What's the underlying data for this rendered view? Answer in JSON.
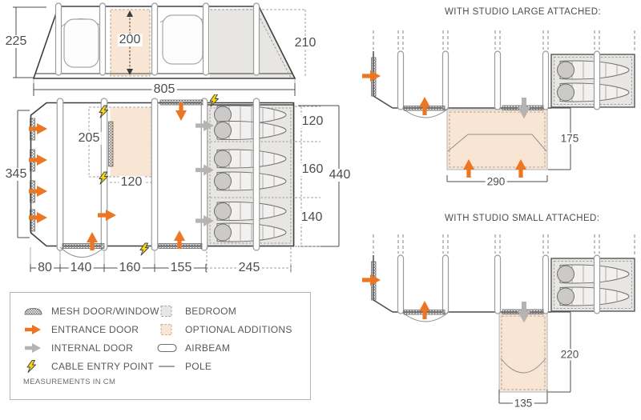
{
  "colors": {
    "entrance_orange": "#ec7623",
    "internal_gray": "#b5b4b2",
    "optional_peach": "#f9e5d3",
    "bedroom_gray": "#e7e6e3",
    "cable_yellow": "#f8d80c",
    "outline_dark": "#3e3e40",
    "dim_text": "#4c4d4f"
  },
  "elevation": {
    "height_left": "225",
    "door_height": "200",
    "height_right": "210",
    "width": "805"
  },
  "floor_plan": {
    "width_left": "345",
    "optional_height": "205",
    "optional_width": "120",
    "bedroom_segments": [
      "120",
      "160",
      "140"
    ],
    "depth_total": "440",
    "bottom_segments": [
      "80",
      "140",
      "160",
      "155",
      "245"
    ]
  },
  "studio_large": {
    "title": "WITH STUDIO LARGE ATTACHED:",
    "depth": "175",
    "width": "290"
  },
  "studio_small": {
    "title": "WITH STUDIO SMALL ATTACHED:",
    "depth": "220",
    "width": "135"
  },
  "legend": {
    "left": [
      {
        "icon": "mesh-swatch",
        "label": "MESH DOOR/WINDOW"
      },
      {
        "icon": "entrance-arrow",
        "label": "ENTRANCE DOOR"
      },
      {
        "icon": "internal-arrow",
        "label": "INTERNAL DOOR"
      },
      {
        "icon": "cable-bolt",
        "label": "CABLE ENTRY POINT"
      }
    ],
    "right": [
      {
        "icon": "bedroom-swatch",
        "label": "BEDROOM"
      },
      {
        "icon": "optional-swatch",
        "label": "OPTIONAL ADDITIONS"
      },
      {
        "icon": "airbeam-swatch",
        "label": "AIRBEAM"
      },
      {
        "icon": "pole-swatch",
        "label": "POLE"
      }
    ],
    "note": "MEASUREMENTS IN CM"
  }
}
